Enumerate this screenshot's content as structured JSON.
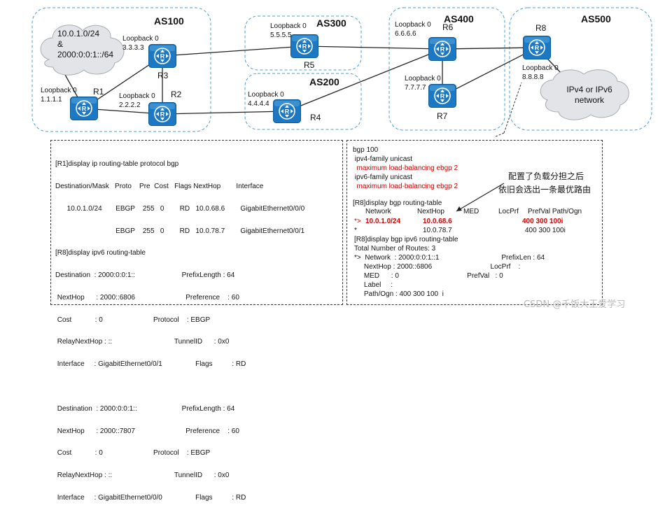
{
  "topology": {
    "as_labels": [
      "AS100",
      "AS300",
      "AS200",
      "AS400",
      "AS500"
    ],
    "routers": [
      {
        "name": "R1",
        "loopback_label": "Loopback 0",
        "loopback_ip": "1.1.1.1"
      },
      {
        "name": "R2",
        "loopback_label": "Loopback 0",
        "loopback_ip": "2.2.2.2"
      },
      {
        "name": "R3",
        "loopback_label": "Loopback 0",
        "loopback_ip": "3.3.3.3"
      },
      {
        "name": "R4",
        "loopback_label": "Loopback 0",
        "loopback_ip": "4.4.4.4"
      },
      {
        "name": "R5",
        "loopback_label": "Loopback 0",
        "loopback_ip": "5.5.5.5"
      },
      {
        "name": "R6",
        "loopback_label": "Loopback 0",
        "loopback_ip": "6.6.6.6"
      },
      {
        "name": "R7",
        "loopback_label": "Loopback 0",
        "loopback_ip": "7.7.7.7"
      },
      {
        "name": "R8",
        "loopback_label": "Loopback 0",
        "loopback_ip": "8.8.8.8"
      }
    ],
    "left_cloud": [
      "10.0.1.0/24",
      "&",
      "2000:0:0:1::/64"
    ],
    "right_cloud": [
      "IPv4 or IPv6",
      "network"
    ]
  },
  "left_panel": {
    "lines": [
      "[R1]display ip routing-table protocol bgp",
      "Destination/Mask   Proto    Pre  Cost   Flags NextHop        Interface",
      "      10.0.1.0/24       EBGP    255   0        RD   10.0.68.6        GigabitEthernet0/0/0",
      "                               EBGP    255   0        RD   10.0.78.7        GigabitEthernet0/0/1",
      "[R8]display ipv6 routing-table",
      "Destination  : 2000:0:0:1::                        PrefixLength : 64",
      " NextHop      : 2000::6806                          Preference    : 60",
      " Cost            : 0                          Protocol    : EBGP",
      " RelayNextHop : ::                                TunnelID      : 0x0",
      " Interface     : GigabitEthernet0/0/1                 Flags          : RD",
      "",
      " Destination  : 2000:0:0:1::                       PrefixLength : 64",
      " NextHop      : 2000::7807                          Preference    : 60",
      " Cost            : 0                          Protocol    : EBGP",
      " RelayNextHop : ::                                TunnelID      : 0x0",
      " Interface     : GigabitEthernet0/0/0                 Flags          : RD"
    ]
  },
  "right_panel": {
    "config": [
      "bgp 100",
      " ipv4-family unicast",
      "  maximum load-balancing ebgp 2",
      " ipv6-family unicast",
      "  maximum load-balancing ebgp 2"
    ],
    "cmd_ipv4": "[R8]display bgp routing-table",
    "header": [
      "Network",
      "NextHop",
      "MED",
      "LocPrf",
      "PrefVal Path/Ogn"
    ],
    "row1": [
      "*>",
      "10.0.1.0/24",
      "10.0.68.6",
      "400 300 100i"
    ],
    "row2": [
      "*",
      "10.0.78.7",
      "400 300 100i"
    ],
    "cmd_ipv6": "[R8]display bgp ipv6 routing-table",
    "total": "Total Number of Routes: 3",
    "v6_lines": [
      "*>  Network  : 2000:0:0:1::1                                PrefixLen : 64",
      "     NextHop : 2000::6806                              LocPrf    :",
      "     MED      : 0                                   PrefVal   : 0",
      "     Label     :",
      "     Path/Ogn : 400 300 100  i"
    ]
  },
  "annotation": [
    "配置了负载分担之后",
    "依旧会选出一条最优路由"
  ],
  "watermark": "CSDN @千饭大王爱学习"
}
